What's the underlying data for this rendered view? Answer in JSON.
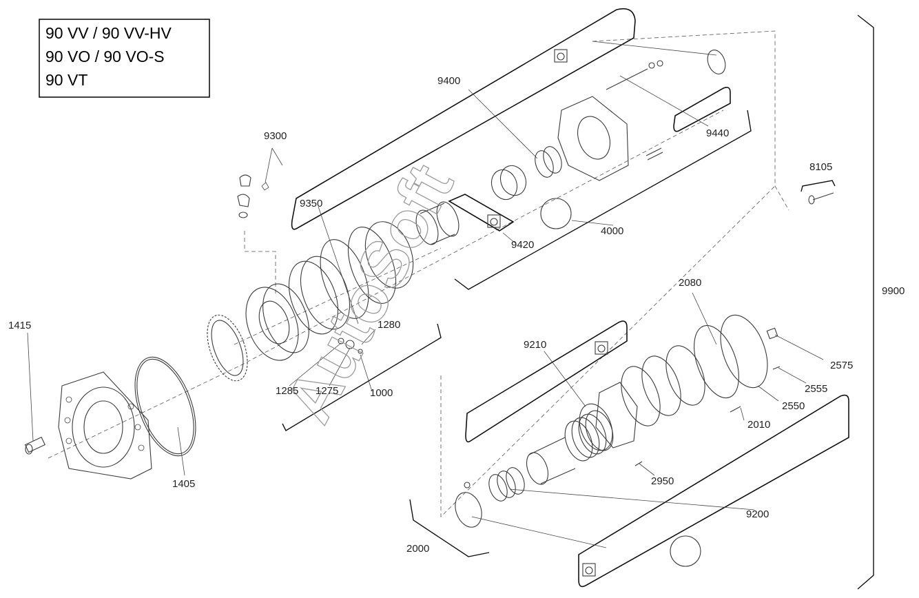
{
  "title_box": {
    "lines": [
      "90 VV / 90 VV-HV",
      "90 VO / 90 VO-S",
      "90 VT"
    ]
  },
  "watermark": "AutoSoft",
  "labels": {
    "p1415": "1415",
    "p1405": "1405",
    "p9300": "9300",
    "p9350": "9350",
    "p9400": "9400",
    "p9420": "9420",
    "p4000": "4000",
    "p9440": "9440",
    "p8105": "8105",
    "p1280": "1280",
    "p1285": "1285",
    "p1275": "1275",
    "p1000": "1000",
    "p9900": "9900",
    "p2080": "2080",
    "p2575": "2575",
    "p2555": "2555",
    "p2550": "2550",
    "p2010": "2010",
    "p9210": "9210",
    "p2950": "2950",
    "p9200": "9200",
    "p2000": "2000"
  }
}
